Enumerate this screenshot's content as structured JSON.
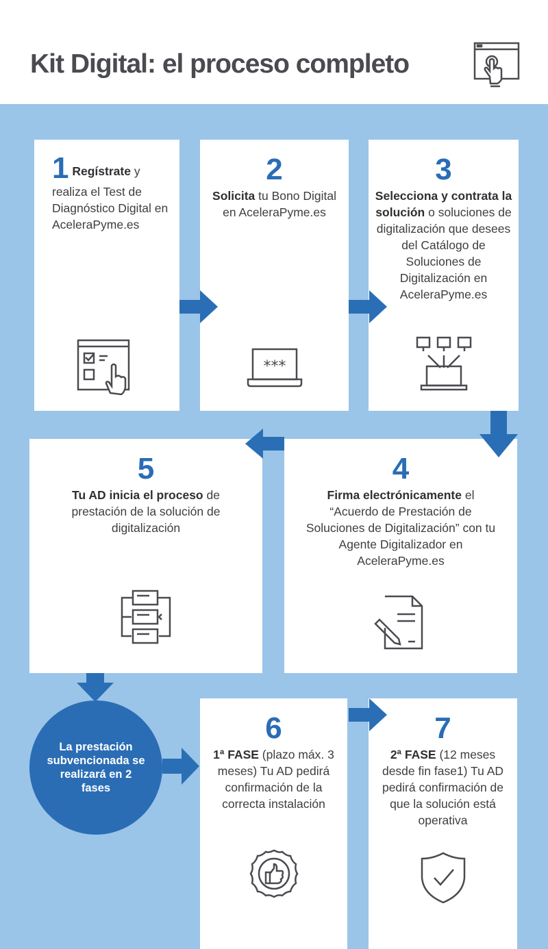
{
  "title": "Kit Digital: el proceso completo",
  "header_icon": "browser-click-icon",
  "colors": {
    "accent": "#2a6db5",
    "background": "#9ac5e8",
    "text": "#3d3e42"
  },
  "steps": [
    {
      "number": "1",
      "bold": "Regístrate",
      "text": " y realiza el Test de Diagnóstico Digital en AceleraPyme.es",
      "icon": "checklist-touch-icon"
    },
    {
      "number": "2",
      "bold": "Solicita",
      "text": " tu Bono Digital en AceleraPyme.es",
      "icon": "laptop-password-icon"
    },
    {
      "number": "3",
      "bold": "Selecciona y contrata la solución",
      "text": " o soluciones de digitalización que desees del Catálogo de Soluciones de Digitalización en AceleraPyme.es",
      "icon": "network-laptop-icon"
    },
    {
      "number": "4",
      "bold": "Firma electrónicamente",
      "text": " el “Acuerdo de Prestación de Soluciones de Digitalización” con tu Agente Digitalizador en AceleraPyme.es",
      "icon": "document-sign-icon"
    },
    {
      "number": "5",
      "bold": "Tu AD inicia el proceso",
      "text": " de prestación de la solución de digitalización",
      "icon": "process-flow-icon"
    },
    {
      "number": "6",
      "bold": "1ª FASE",
      "text": " (plazo máx. 3 meses) Tu AD pedirá confirmación de la correcta instalación",
      "icon": "thumbs-up-badge-icon"
    },
    {
      "number": "7",
      "bold": "2ª FASE",
      "text": " (12 meses desde fin fase1) Tu AD pedirá confirmación de que la solución está operativa",
      "icon": "shield-check-icon"
    }
  ],
  "circle_text": "La prestación subvencionada se realizará en 2 fases"
}
